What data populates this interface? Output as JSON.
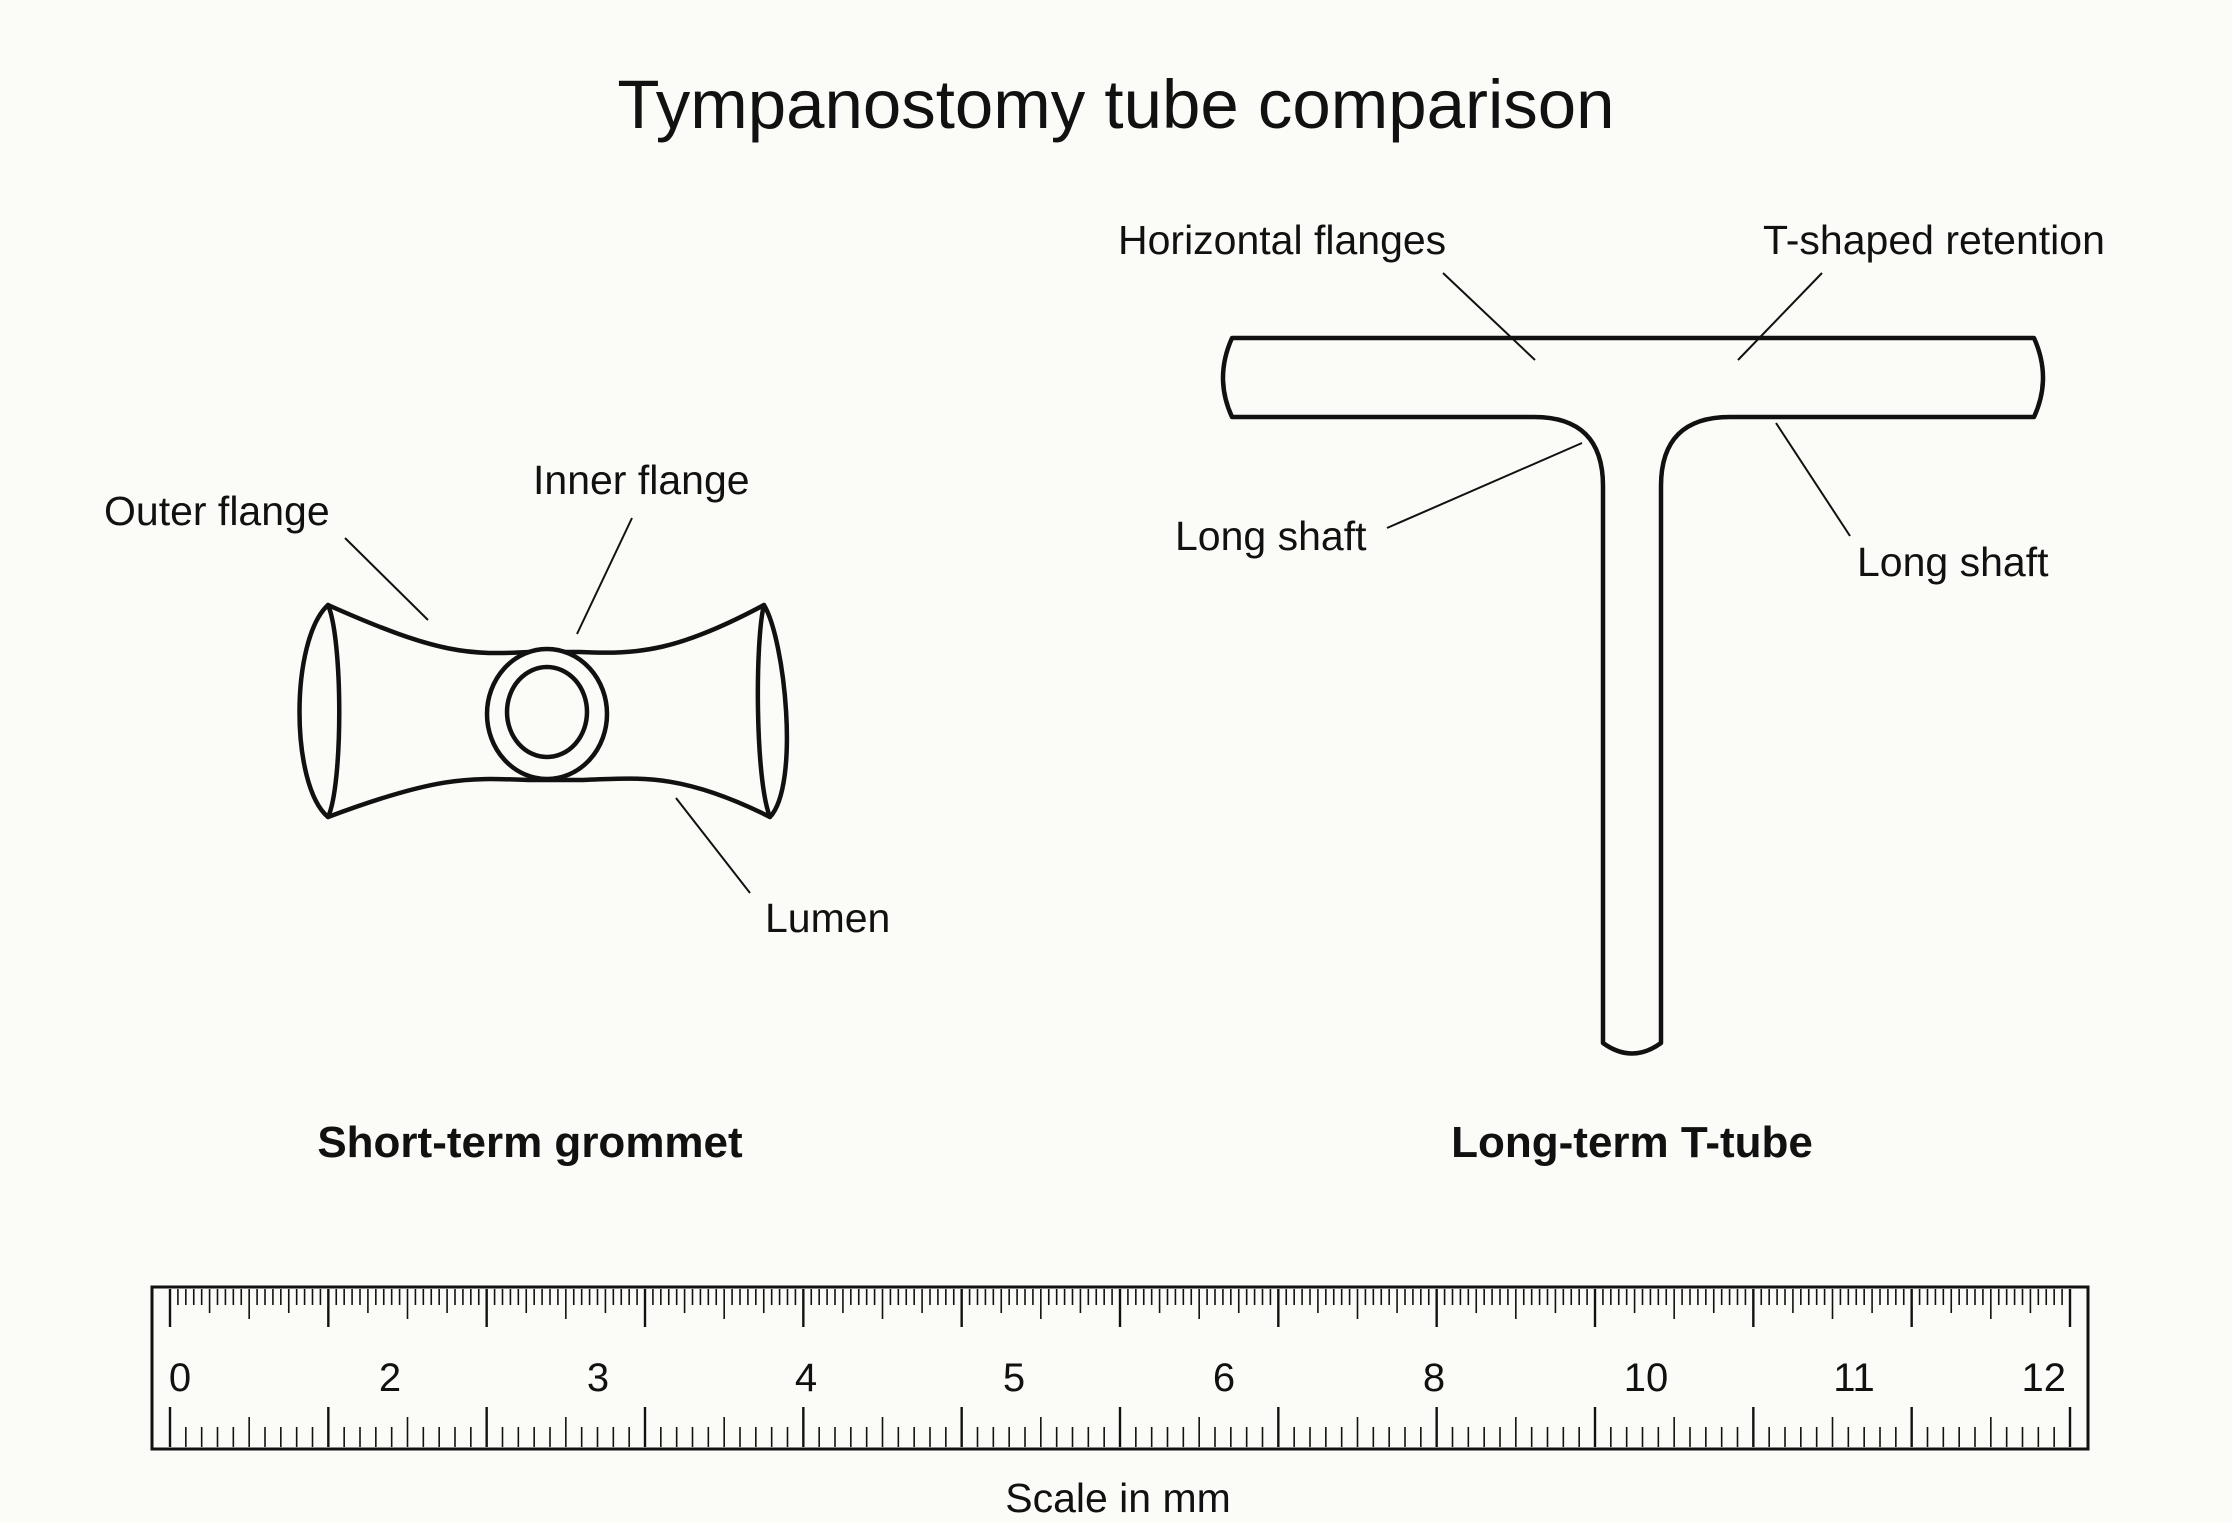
{
  "title": "Tympanostomy tube comparison",
  "grommet": {
    "caption": "Short-term grommet",
    "labels": {
      "outer_flange": "Outer flange",
      "inner_flange": "Inner flange",
      "lumen": "Lumen"
    }
  },
  "ttube": {
    "caption": "Long-term T-tube",
    "labels": {
      "horizontal_flanges": "Horizontal flanges",
      "t_shaped_retention": "T-shaped retention",
      "long_shaft_left": "Long shaft",
      "long_shaft_right": "Long shaft"
    }
  },
  "scale": {
    "caption": "Scale in mm",
    "tick_labels": [
      "0",
      "2",
      "3",
      "4",
      "5",
      "6",
      "8",
      "10",
      "11",
      "12"
    ]
  },
  "colors": {
    "ink": "#111111",
    "background": "#fbfbf8"
  }
}
